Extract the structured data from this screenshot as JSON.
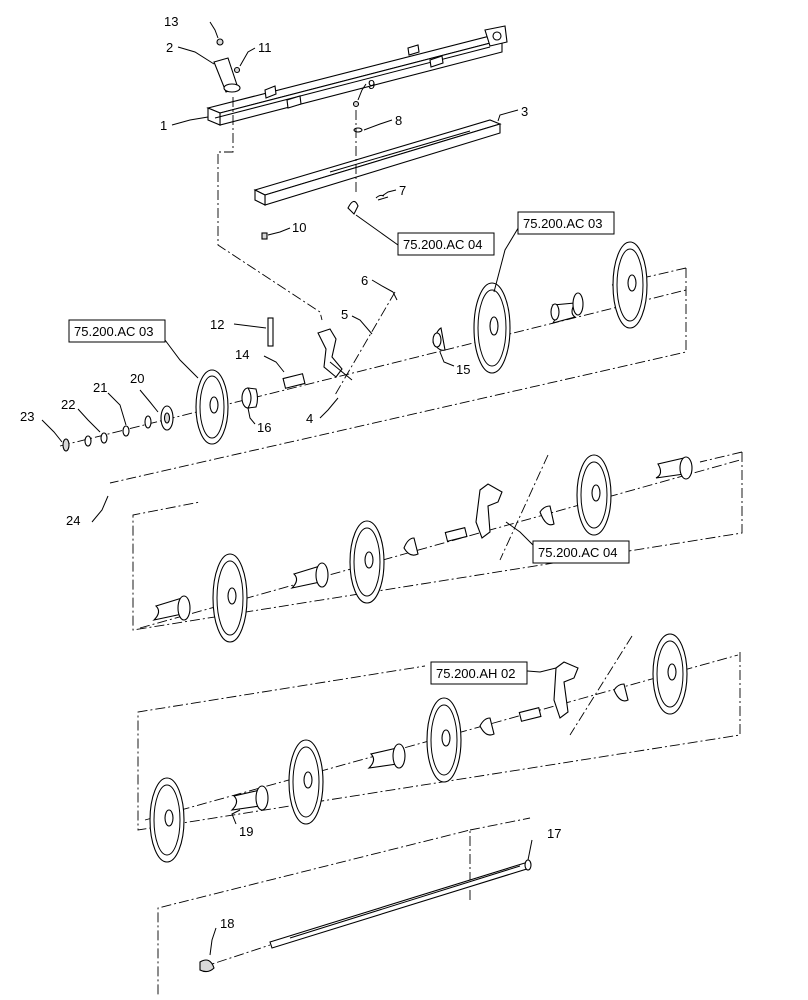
{
  "callouts": {
    "c1": "1",
    "c2": "2",
    "c3": "3",
    "c4": "4",
    "c5": "5",
    "c6": "6",
    "c7": "7",
    "c8": "8",
    "c9": "9",
    "c10": "10",
    "c11": "11",
    "c12": "12",
    "c13": "13",
    "c14": "14",
    "c15": "15",
    "c16": "16",
    "c17": "17",
    "c18": "18",
    "c19": "19",
    "c20": "20",
    "c21": "21",
    "c22": "22",
    "c23": "23",
    "c24": "24"
  },
  "refs": {
    "r1": "75.200.AC 04",
    "r2": "75.200.AC 03",
    "r3": "75.200.AC 03",
    "r4": "75.200.AC 04",
    "r5": "75.200.AH 02"
  }
}
